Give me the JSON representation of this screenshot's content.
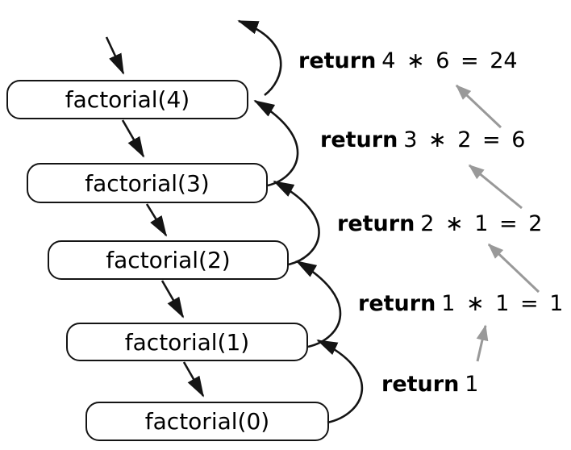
{
  "diagram": {
    "description": "Recursive call diagram of factorial(4) showing call stack frames and return values",
    "colors": {
      "background": "#ffffff",
      "line": "#141414",
      "gray_arrow": "#999999"
    },
    "boxes": [
      {
        "label": "factorial(4)"
      },
      {
        "label": "factorial(3)"
      },
      {
        "label": "factorial(2)"
      },
      {
        "label": "factorial(1)"
      },
      {
        "label": "factorial(0)"
      }
    ],
    "returns": [
      {
        "keyword": "return",
        "expr": "4 ∗ 6 = 24"
      },
      {
        "keyword": "return",
        "expr": "3 ∗ 2 = 6"
      },
      {
        "keyword": "return",
        "expr": "2 ∗ 1 = 2"
      },
      {
        "keyword": "return",
        "expr": "1 ∗ 1 = 1"
      },
      {
        "keyword": "return",
        "expr": "1"
      }
    ]
  }
}
